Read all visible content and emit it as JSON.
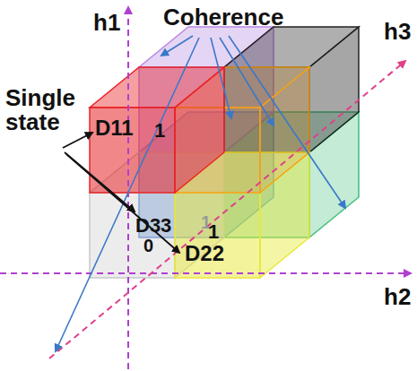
{
  "diagram": {
    "labels": [
      "h1",
      "Coherence",
      "h3",
      "Single state",
      "D11",
      "1",
      "D33",
      "1",
      "0",
      "D22",
      "1",
      "h2"
    ]
  }
}
